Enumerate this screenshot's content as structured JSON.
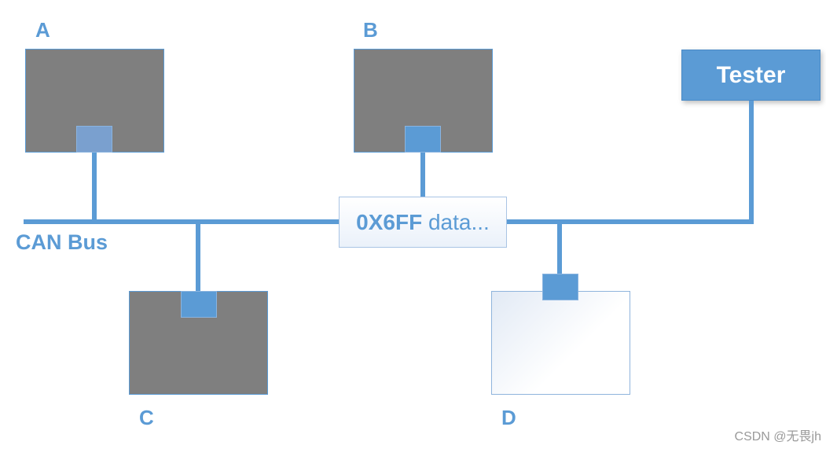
{
  "nodes": {
    "a": {
      "label": "A"
    },
    "b": {
      "label": "B"
    },
    "c": {
      "label": "C"
    },
    "d": {
      "label": "D"
    }
  },
  "tester": {
    "label": "Tester"
  },
  "bus": {
    "label": "CAN Bus"
  },
  "message": {
    "id": "0X6FF",
    "text": "data..."
  },
  "watermark": "CSDN @无畏jh",
  "colors": {
    "accent": "#5b9bd5",
    "ecu_fill": "#7f7f7f",
    "background": "#ffffff"
  }
}
